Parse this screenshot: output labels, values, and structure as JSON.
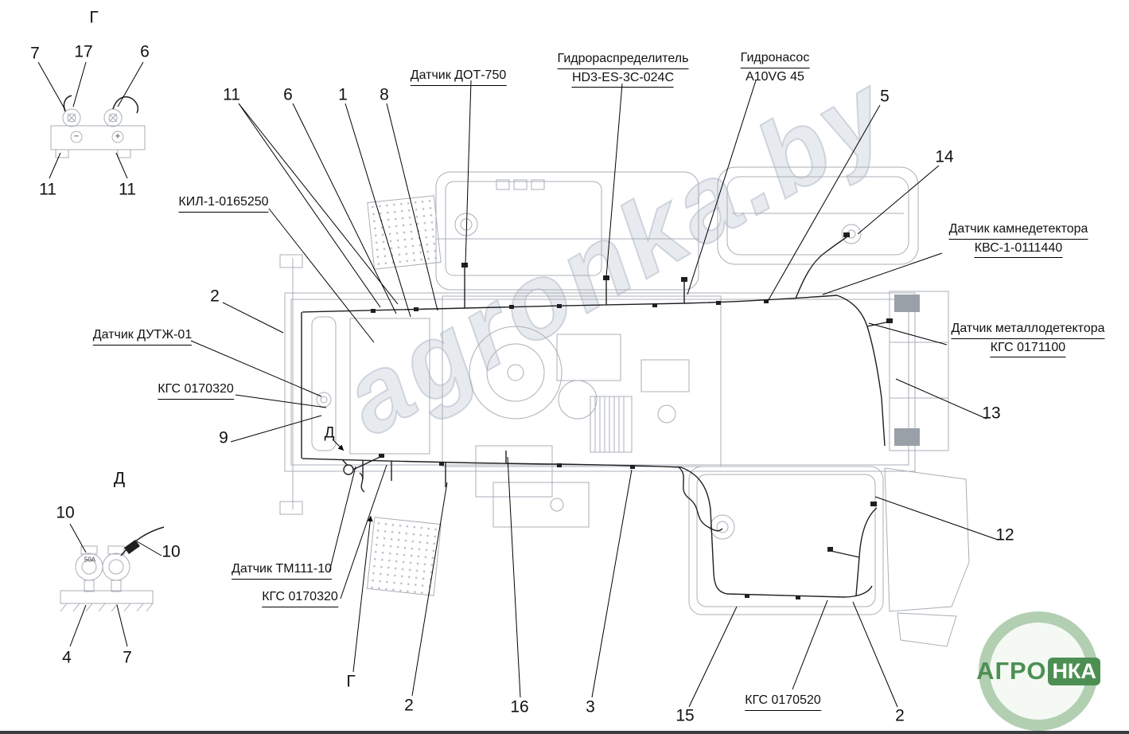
{
  "colors": {
    "outline": "#a9afb7",
    "wire": "#1f1f1f",
    "leader": "#000000",
    "logo_green": "#4d8f53",
    "logo_ring": "#b2cfb2"
  },
  "detail_g": {
    "title": "Г",
    "callout_7": "7",
    "callout_17": "17",
    "callout_6": "6",
    "callout_11_left": "11",
    "callout_11_right": "11",
    "minus_symbol": "−",
    "plus_symbol": "+"
  },
  "detail_d": {
    "title": "Д",
    "callout_10_left": "10",
    "callout_10_right": "10",
    "callout_4": "4",
    "callout_7": "7",
    "marking": "50А"
  },
  "view_markers": {
    "d": "Д",
    "g": "Г"
  },
  "labels": {
    "dot750": "Датчик ДОТ-750",
    "hydro_distributor_line1": "Гидрораспределитель",
    "hydro_distributor_line2": "HD3-ES-3C-024C",
    "hydro_pump_line1": "Гидронасос",
    "hydro_pump_line2": "A10VG 45",
    "kil": "КИЛ-1-0165250",
    "dutzh": "Датчик ДУТЖ-01",
    "kgs_0170320_a": "КГС 0170320",
    "tm111": "Датчик ТМ111-10",
    "kgs_0170320_b": "КГС 0170320",
    "stone_detector_line1": "Датчик камнедетектора",
    "stone_detector_line2": "КВС-1-0111440",
    "metal_detector_line1": "Датчик металлодетектора",
    "metal_detector_line2": "КГС 0171100",
    "kgs_0170520": "КГС 0170520"
  },
  "callouts": {
    "top_11": "11",
    "top_6": "6",
    "top_1": "1",
    "top_8": "8",
    "top_5": "5",
    "right_14": "14",
    "right_13": "13",
    "right_12": "12",
    "left_2": "2",
    "left_9": "9",
    "bottom_2_left": "2",
    "bottom_16": "16",
    "bottom_3": "3",
    "bottom_15": "15",
    "bottom_2_right": "2"
  },
  "watermark": {
    "diagonal_text": "agronka.by",
    "logo_text_green": "АГРО",
    "logo_text_boxed": "НКА"
  }
}
